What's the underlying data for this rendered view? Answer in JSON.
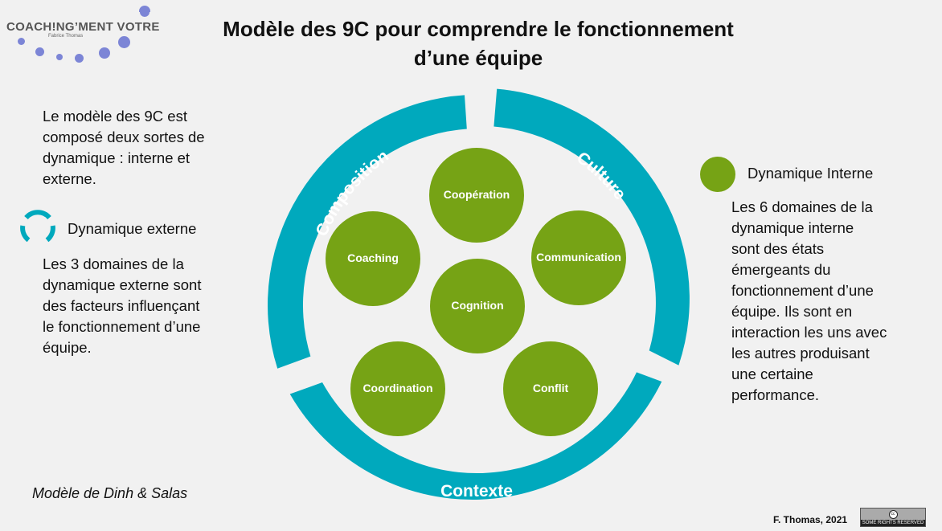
{
  "title_line1": "Modèle des 9C pour comprendre le fonctionnement",
  "title_line2": "d’une équipe",
  "logo": {
    "name": "COACH!NG’MENT VOTRE",
    "sub": "Fabrice Thomas"
  },
  "intro": [
    "Le modèle des 9C est",
    "composé deux sortes de",
    "dynamique : interne et",
    "externe."
  ],
  "legend_external": "Dynamique externe",
  "external_text": [
    "Les 3 domaines de la",
    "dynamique externe sont",
    "des facteurs influençant",
    "le fonctionnement d’une",
    "équipe."
  ],
  "legend_internal": "Dynamique Interne",
  "internal_text": [
    "Les 6 domaines de la",
    "dynamique interne",
    "sont des états",
    "émergeants du",
    "fonctionnement d’une",
    "équipe. Ils sont en",
    "interaction les uns avec",
    "les autres produisant",
    "une certaine",
    "performance."
  ],
  "arcs": {
    "composition": "Composition",
    "culture": "Culture",
    "contexte": "Contexte"
  },
  "circles": {
    "cooperation": "Coopération",
    "coaching": "Coaching",
    "communication": "Communication",
    "cognition": "Cognition",
    "coordination": "Coordination",
    "conflit": "Conflit"
  },
  "credit": "Modèle de Dinh & Salas",
  "author": "F. Thomas, 2021",
  "license": {
    "symbol": "cc",
    "label": "SOME RIGHTS RESERVED"
  },
  "colors": {
    "external": "#00a9bd",
    "internal": "#76a315"
  }
}
